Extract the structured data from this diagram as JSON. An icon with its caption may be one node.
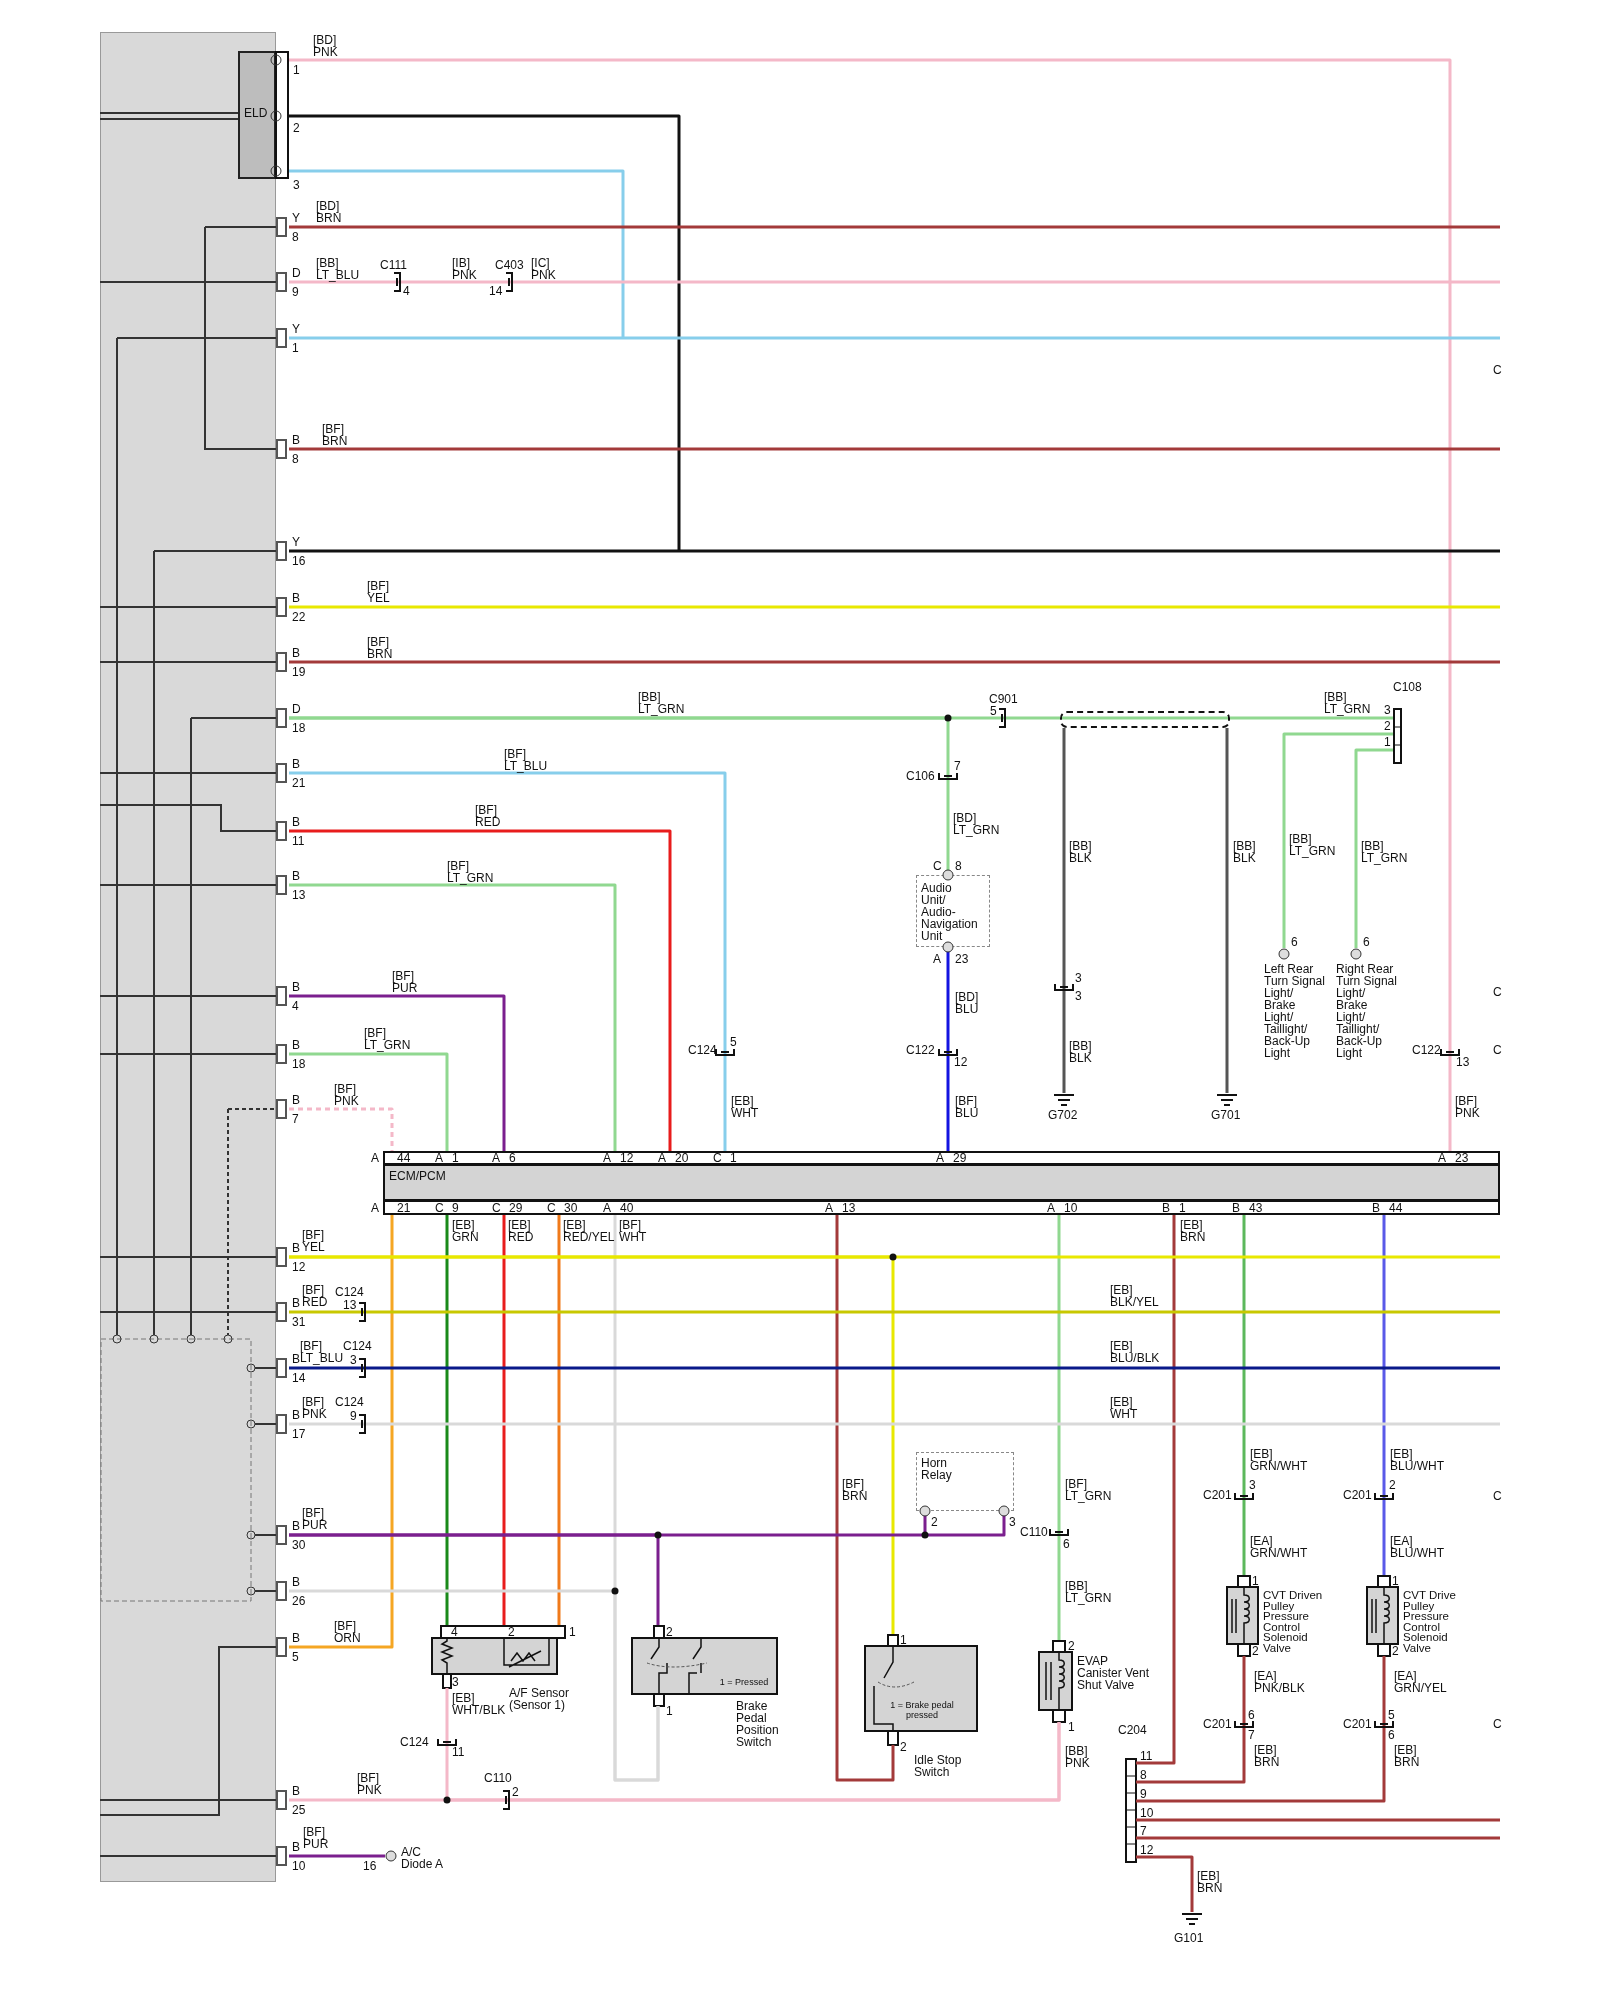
{
  "diagram": {
    "nodes": [
      {
        "text": [],
        "shape": "box"
      },
      {
        "text": [
          "ELD"
        ],
        "in": 0
      },
      {
        "text": [
          "ECM/PCM"
        ]
      },
      {
        "text": [
          "Audio Unit/ Audio-Navigation Unit"
        ]
      },
      {
        "text": [
          "C108"
        ]
      },
      {
        "text": [
          "G702"
        ]
      },
      {
        "text": [
          "G701"
        ]
      },
      {
        "text": [
          "Left Rear Turn Signal Light/ Brake Light/ Taillight/ Back-Up Light"
        ]
      },
      {
        "text": [
          "Right Rear Turn Signal Light/ Brake Light/ Taillight/ Back-Up Light"
        ]
      },
      {
        "text": [
          "Horn Relay"
        ]
      },
      {
        "text": [
          "A/F Sensor (Sensor 1)"
        ]
      },
      {
        "text": [
          "1 = Pressed",
          "Brake Pedal Position Switch"
        ]
      },
      {
        "text": [
          "1 = Brake pedal pressed",
          "Idle Stop Switch"
        ]
      },
      {
        "text": [
          "EVAP Canister Vent Shut Valve"
        ]
      },
      {
        "text": [
          "CVT Driven Pulley Pressure Control Solenoid Valve"
        ]
      },
      {
        "text": [
          "CVT Drive Pulley Pressure Control Solenoid Valve"
        ]
      },
      {
        "text": [
          "C204"
        ]
      },
      {
        "text": [
          "G101"
        ]
      },
      {
        "text": [
          "A/C Diode A"
        ]
      },
      {
        "text": [],
        "shape": "box"
      }
    ],
    "edges": [
      {
        "from": 1,
        "to": 2,
        "arrow": "none",
        "color": "#f4b8c8"
      },
      {
        "from": 1,
        "to": null,
        "arrow": "none",
        "color": "#111111"
      },
      {
        "from": 1,
        "to": null,
        "arrow": "none",
        "color": "#87ceeb"
      },
      {
        "from": 0,
        "to": null,
        "arrow": "none"
      },
      {
        "from": 0,
        "to": null,
        "arrow": "none",
        "color": "#f4b8c8"
      },
      {
        "from": 0,
        "to": null,
        "arrow": "none",
        "color": "#87ceeb"
      },
      {
        "from": 0,
        "to": null,
        "arrow": "none"
      },
      {
        "from": 0,
        "to": null,
        "arrow": "none",
        "color": "#111111"
      },
      {
        "from": 0,
        "to": null,
        "arrow": "none",
        "color": "#e8e800"
      },
      {
        "from": 0,
        "to": null,
        "arrow": "none"
      },
      {
        "from": 0,
        "to": 3,
        "arrow": "none",
        "color": "#90d890"
      },
      {
        "from": 0,
        "to": 19,
        "arrow": "none",
        "color": "#90d890"
      },
      {
        "from": 4,
        "to": 7,
        "arrow": "none",
        "color": "#90d890"
      },
      {
        "from": 4,
        "to": 8,
        "arrow": "none",
        "color": "#90d890"
      },
      {
        "from": 19,
        "to": 5,
        "arrow": "none",
        "color": "#555555"
      },
      {
        "from": 19,
        "to": 6,
        "arrow": "none",
        "color": "#555555"
      },
      {
        "from": 3,
        "to": 2,
        "arrow": "none",
        "color": "#1414e0"
      },
      {
        "from": 0,
        "to": 2,
        "arrow": "none",
        "color": "#87ceeb"
      },
      {
        "from": 0,
        "to": 2,
        "arrow": "none",
        "color": "#e81c1c"
      },
      {
        "from": 0,
        "to": 2,
        "arrow": "none",
        "color": "#90d890"
      },
      {
        "from": 0,
        "to": 2,
        "arrow": "none",
        "color": "#7b1f8e"
      },
      {
        "from": 0,
        "to": 2,
        "arrow": "none",
        "color": "#90d890"
      },
      {
        "from": 0,
        "to": 2,
        "arrow": "none",
        "style": "dashed",
        "color": "#f4b8c8"
      },
      {
        "from": 2,
        "to": 0,
        "arrow": "none",
        "color": "#f5a623"
      },
      {
        "from": 2,
        "to": 10,
        "arrow": "none",
        "color": "#1a8a1a"
      },
      {
        "from": 2,
        "to": 10,
        "arrow": "none",
        "color": "#e81c1c"
      },
      {
        "from": 2,
        "to": 10,
        "arrow": "none",
        "color": "#f07a1a"
      },
      {
        "from": 2,
        "to": 11,
        "arrow": "none",
        "color": "#d9d9d9"
      },
      {
        "from": 0,
        "to": 11,
        "arrow": "none",
        "color": "#d9d9d9"
      },
      {
        "from": 2,
        "to": 12,
        "arrow": "none"
      },
      {
        "from": 2,
        "to": 13,
        "arrow": "none",
        "color": "#90d890"
      },
      {
        "from": 2,
        "to": 16,
        "arrow": "none"
      },
      {
        "from": 2,
        "to": 14,
        "arrow": "none",
        "color": "#5cb85c"
      },
      {
        "from": 2,
        "to": 15,
        "arrow": "none",
        "color": "#5a5ae8"
      },
      {
        "from": 14,
        "to": 16,
        "arrow": "none"
      },
      {
        "from": 15,
        "to": 16,
        "arrow": "none"
      },
      {
        "from": 16,
        "to": null,
        "arrow": "none"
      },
      {
        "from": 16,
        "to": null,
        "arrow": "none"
      },
      {
        "from": 16,
        "to": 17,
        "arrow": "none"
      },
      {
        "from": 0,
        "to": null,
        "arrow": "none",
        "color": "#e8e800"
      },
      {
        "from": 0,
        "to": 12,
        "arrow": "none",
        "color": "#e8e800"
      },
      {
        "from": 0,
        "to": null,
        "arrow": "none",
        "color": "#c8c800"
      },
      {
        "from": 0,
        "to": null,
        "arrow": "none",
        "color": "#0a1a8a"
      },
      {
        "from": 0,
        "to": null,
        "arrow": "none",
        "color": "#d9d9d9"
      },
      {
        "from": 0,
        "to": 9,
        "arrow": "none",
        "color": "#7b1f8e"
      },
      {
        "from": 0,
        "to": 11,
        "arrow": "none",
        "color": "#7b1f8e"
      },
      {
        "from": 0,
        "to": 13,
        "arrow": "none",
        "color": "#f4b8c8"
      },
      {
        "from": 10,
        "to": 13,
        "arrow": "none",
        "color": "#f4b8c8"
      },
      {
        "from": 0,
        "to": 18,
        "arrow": "none",
        "color": "#7b1f8e"
      },
      {
        "from": 19,
        "to": 4,
        "arrow": "none",
        "color": "#90d890"
      }
    ],
    "labels": [
      "[BD] PNK",
      "1",
      "2",
      "3",
      "Y",
      "8",
      "[BD] BRN",
      "D",
      "9",
      "[BB] LT_BLU",
      "C111",
      "4",
      "[IB] PNK",
      "C403",
      "14",
      "[IC] PNK",
      "Y",
      "1",
      "C",
      "B",
      "8",
      "[BF] BRN",
      "Y",
      "16",
      "B",
      "22",
      "[BF] YEL",
      "B",
      "19",
      "[BF] BRN",
      "[BB] LT_GRN",
      "C901",
      "5",
      "[BB] LT_GRN",
      "3",
      "2",
      "1",
      "D",
      "18",
      "B",
      "21",
      "[BF] LT_BLU",
      "C106",
      "7",
      "[BD] LT_GRN",
      "B",
      "11",
      "[BF] RED",
      "[BB] BLK",
      "[BB] BLK",
      "[BB] LT_GRN",
      "[BB] LT_GRN",
      "C",
      "8",
      "B",
      "13",
      "[BF] LT_GRN",
      "6",
      "6",
      "A",
      "23",
      "3",
      "3",
      "C",
      "B",
      "4",
      "[BF] PUR",
      "[BD] BLU",
      "C124",
      "5",
      "C122",
      "12",
      "[BB] BLK",
      "C122",
      "13",
      "C",
      "B",
      "18",
      "[BF] LT_GRN",
      "B",
      "7",
      "[BF] PNK",
      "[EB] WHT",
      "[BF] BLU",
      "[BF] PNK",
      "A",
      "44",
      "A",
      "1",
      "A",
      "6",
      "A",
      "12",
      "A",
      "20",
      "C",
      "1",
      "A",
      "29",
      "A",
      "23",
      "A",
      "21",
      "C",
      "9",
      "C",
      "29",
      "C",
      "30",
      "A",
      "40",
      "A",
      "13",
      "A",
      "10",
      "B",
      "1",
      "B",
      "43",
      "B",
      "44",
      "[EB] GRN",
      "[EB] RED",
      "[EB] RED/YEL",
      "[BF] WHT",
      "[EB] BRN",
      "B",
      "12",
      "[BF] YEL",
      "B",
      "31",
      "[BF] RED",
      "C124",
      "13",
      "[EB] BLK/YEL",
      "B",
      "14",
      "[BF] LT_BLU",
      "C124",
      "3",
      "[EB] BLU/BLK",
      "B",
      "17",
      "[BF] PNK",
      "C124",
      "9",
      "[EB] WHT",
      "[EB] GRN/WHT",
      "[EB] BLU/WHT",
      "[BF] BRN",
      "[BF] LT_GRN",
      "3",
      "C201",
      "2",
      "C201",
      "C",
      "B",
      "30",
      "[BF] PUR",
      "2",
      "3",
      "C110",
      "6",
      "[EA] GRN/WHT",
      "[EA] BLU/WHT",
      "B",
      "[BB] LT_GRN",
      "1",
      "1",
      "26",
      "[BF] ORN",
      "4",
      "2",
      "1",
      "2",
      "1",
      "2",
      "B",
      "5",
      "2",
      "2",
      "3",
      "[EB] WHT/BLK",
      "[EA] PNK/BLK",
      "[EA] GRN/YEL",
      "1",
      "1",
      "6",
      "5",
      "C201",
      "C201",
      "C",
      "C124",
      "11",
      "2",
      "[BB] PNK",
      "7",
      "[EB] BRN",
      "6",
      "[EB] BRN",
      "B",
      "[BF] PNK",
      "C110",
      "2",
      "25",
      "11",
      "8",
      "9",
      "10",
      "7",
      "12",
      "[BF] PUR",
      "B",
      "10",
      "16",
      "[EB] BRN"
    ]
  }
}
